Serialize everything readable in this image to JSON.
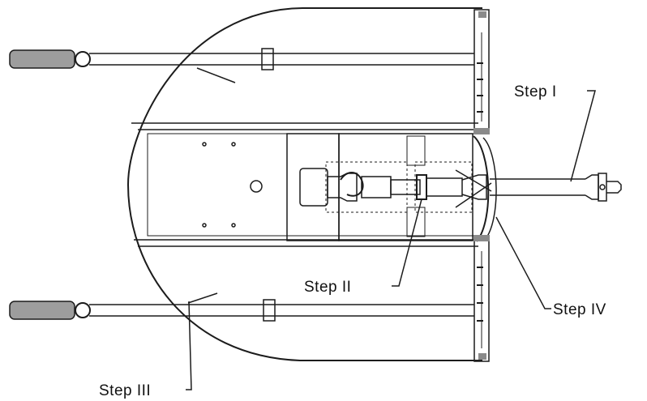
{
  "labels": {
    "step_1": "Step I",
    "step_2": "Step II",
    "step_3": "Step III",
    "step_4": "Step IV"
  },
  "colors": {
    "ink": "#1c1c1c",
    "background": "#ffffff",
    "shading": "#8a8a8a"
  }
}
